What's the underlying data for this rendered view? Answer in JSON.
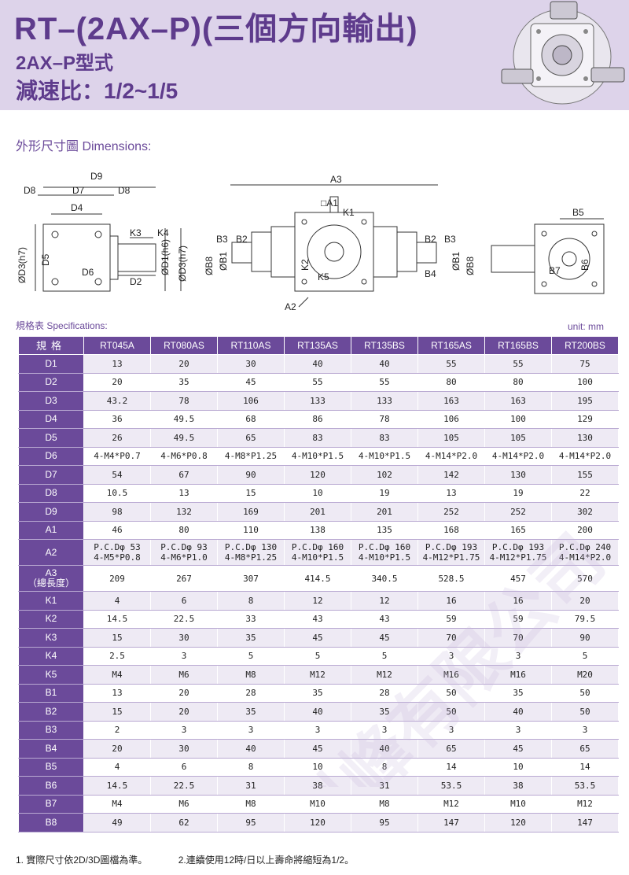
{
  "header": {
    "title": "RT–(2AX–P)(三個方向輸出)",
    "subtitle": "2AX–P型式",
    "ratio": "減速比：1/2~1/5"
  },
  "dimensions": {
    "title": "外形尺寸圖 Dimensions:",
    "left_view": {
      "D9": "D9",
      "D8a": "D8",
      "D7": "D7",
      "D8b": "D8",
      "D4": "D4",
      "K3": "K3",
      "K4": "K4",
      "D3": "ØD3(h7)",
      "D5": "D5",
      "D6": "D6",
      "D2": "D2",
      "D1": "ØD1(h6)",
      "D3b": "ØD3(h7)"
    },
    "center_view": {
      "A3": "A3",
      "A1": "□A1",
      "K1": "K1",
      "B3a": "B3",
      "B2a": "B2",
      "B2b": "B2",
      "B3b": "B3",
      "B8a": "ØB8",
      "B1a": "ØB1",
      "K2": "K2",
      "K5": "K5",
      "B1b": "ØB1",
      "B8b": "ØB8",
      "B4": "B4",
      "A2": "A2"
    },
    "right_view": {
      "B5": "B5",
      "B6": "B6",
      "B7": "B7"
    }
  },
  "specs": {
    "title": "規格表 Specifications:",
    "unit": "unit: mm",
    "corner": "規格",
    "columns": [
      "RT045A",
      "RT080AS",
      "RT110AS",
      "RT135AS",
      "RT135BS",
      "RT165AS",
      "RT165BS",
      "RT200BS"
    ],
    "rows": [
      {
        "label": "D1",
        "values": [
          "13",
          "20",
          "30",
          "40",
          "40",
          "55",
          "55",
          "75"
        ]
      },
      {
        "label": "D2",
        "values": [
          "20",
          "35",
          "45",
          "55",
          "55",
          "80",
          "80",
          "100"
        ]
      },
      {
        "label": "D3",
        "values": [
          "43.2",
          "78",
          "106",
          "133",
          "133",
          "163",
          "163",
          "195"
        ]
      },
      {
        "label": "D4",
        "values": [
          "36",
          "49.5",
          "68",
          "86",
          "78",
          "106",
          "100",
          "129"
        ]
      },
      {
        "label": "D5",
        "values": [
          "26",
          "49.5",
          "65",
          "83",
          "83",
          "105",
          "105",
          "130"
        ]
      },
      {
        "label": "D6",
        "values": [
          "4-M4*P0.7",
          "4-M6*P0.8",
          "4-M8*P1.25",
          "4-M10*P1.5",
          "4-M10*P1.5",
          "4-M14*P2.0",
          "4-M14*P2.0",
          "4-M14*P2.0"
        ]
      },
      {
        "label": "D7",
        "values": [
          "54",
          "67",
          "90",
          "120",
          "102",
          "142",
          "130",
          "155"
        ]
      },
      {
        "label": "D8",
        "values": [
          "10.5",
          "13",
          "15",
          "10",
          "19",
          "13",
          "19",
          "22"
        ]
      },
      {
        "label": "D9",
        "values": [
          "98",
          "132",
          "169",
          "201",
          "201",
          "252",
          "252",
          "302"
        ]
      },
      {
        "label": "A1",
        "values": [
          "46",
          "80",
          "110",
          "138",
          "135",
          "168",
          "165",
          "200"
        ]
      },
      {
        "label": "A2",
        "l1": [
          "P.C.Dφ 53",
          "P.C.Dφ 93",
          "P.C.Dφ 130",
          "P.C.Dφ 160",
          "P.C.Dφ 160",
          "P.C.Dφ 193",
          "P.C.Dφ 193",
          "P.C.Dφ 240"
        ],
        "l2": [
          "4-M5*P0.8",
          "4-M6*P1.0",
          "4-M8*P1.25",
          "4-M10*P1.5",
          "4-M10*P1.5",
          "4-M12*P1.75",
          "4-M12*P1.75",
          "4-M14*P2.0"
        ]
      },
      {
        "label": "A3",
        "sublabel": "（總長度）",
        "values": [
          "209",
          "267",
          "307",
          "414.5",
          "340.5",
          "528.5",
          "457",
          "570"
        ]
      },
      {
        "label": "K1",
        "values": [
          "4",
          "6",
          "8",
          "12",
          "12",
          "16",
          "16",
          "20"
        ]
      },
      {
        "label": "K2",
        "values": [
          "14.5",
          "22.5",
          "33",
          "43",
          "43",
          "59",
          "59",
          "79.5"
        ]
      },
      {
        "label": "K3",
        "values": [
          "15",
          "30",
          "35",
          "45",
          "45",
          "70",
          "70",
          "90"
        ]
      },
      {
        "label": "K4",
        "values": [
          "2.5",
          "3",
          "5",
          "5",
          "5",
          "3",
          "3",
          "5"
        ]
      },
      {
        "label": "K5",
        "values": [
          "M4",
          "M6",
          "M8",
          "M12",
          "M12",
          "M16",
          "M16",
          "M20"
        ]
      },
      {
        "label": "B1",
        "values": [
          "13",
          "20",
          "28",
          "35",
          "28",
          "50",
          "35",
          "50"
        ]
      },
      {
        "label": "B2",
        "values": [
          "15",
          "20",
          "35",
          "40",
          "35",
          "50",
          "40",
          "50"
        ]
      },
      {
        "label": "B3",
        "values": [
          "2",
          "3",
          "3",
          "3",
          "3",
          "3",
          "3",
          "3"
        ]
      },
      {
        "label": "B4",
        "values": [
          "20",
          "30",
          "40",
          "45",
          "40",
          "65",
          "45",
          "65"
        ]
      },
      {
        "label": "B5",
        "values": [
          "4",
          "6",
          "8",
          "10",
          "8",
          "14",
          "10",
          "14"
        ]
      },
      {
        "label": "B6",
        "values": [
          "14.5",
          "22.5",
          "31",
          "38",
          "31",
          "53.5",
          "38",
          "53.5"
        ]
      },
      {
        "label": "B7",
        "values": [
          "M4",
          "M6",
          "M8",
          "M10",
          "M8",
          "M12",
          "M10",
          "M12"
        ]
      },
      {
        "label": "B8",
        "values": [
          "49",
          "62",
          "95",
          "120",
          "95",
          "147",
          "120",
          "147"
        ]
      }
    ]
  },
  "footnotes": {
    "n1": "1. 實際尺寸依2D/3D圖檔為準。",
    "n2": "2.連續使用12時/日以上壽命將縮短為1/2。"
  },
  "watermark": {
    "text": "科峰有限公司"
  },
  "colors": {
    "accent": "#6b4a9a",
    "title": "#5e3b8c",
    "banner": "#ddd3ea"
  }
}
